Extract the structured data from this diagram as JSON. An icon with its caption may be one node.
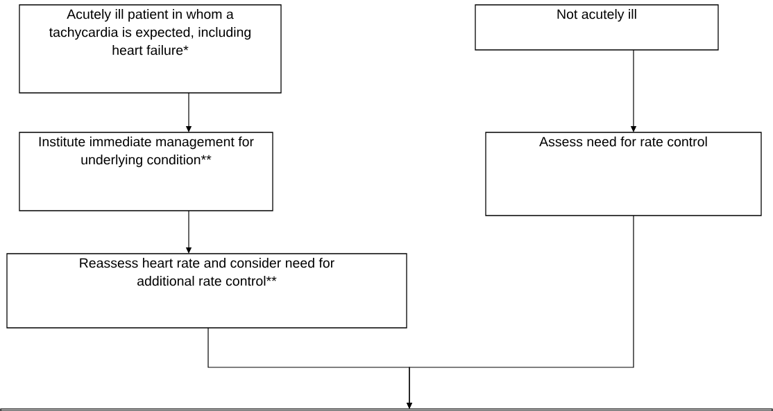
{
  "diagram": {
    "nodes": [
      {
        "text": [
          "Acutely ill patient in whom a tachycardia is expected, including heart failure*"
        ]
      },
      {
        "text": [
          "Institute immediate management for underlying condition**"
        ]
      },
      {
        "text": [
          "Reassess heart rate and consider need for additional rate control**"
        ]
      },
      {
        "text": [
          "Not acutely ill"
        ]
      },
      {
        "text": [
          "Assess need for rate control"
        ]
      },
      {
        "text": [],
        "shape": "box"
      }
    ],
    "edges": [
      {
        "from": 0,
        "to": 1,
        "arrow": "to"
      },
      {
        "from": 1,
        "to": 2,
        "arrow": "to"
      },
      {
        "from": 3,
        "to": 4,
        "arrow": "to"
      },
      {
        "from": 2,
        "to": 5,
        "arrow": "to"
      },
      {
        "from": 4,
        "to": 5,
        "arrow": "to"
      }
    ]
  }
}
